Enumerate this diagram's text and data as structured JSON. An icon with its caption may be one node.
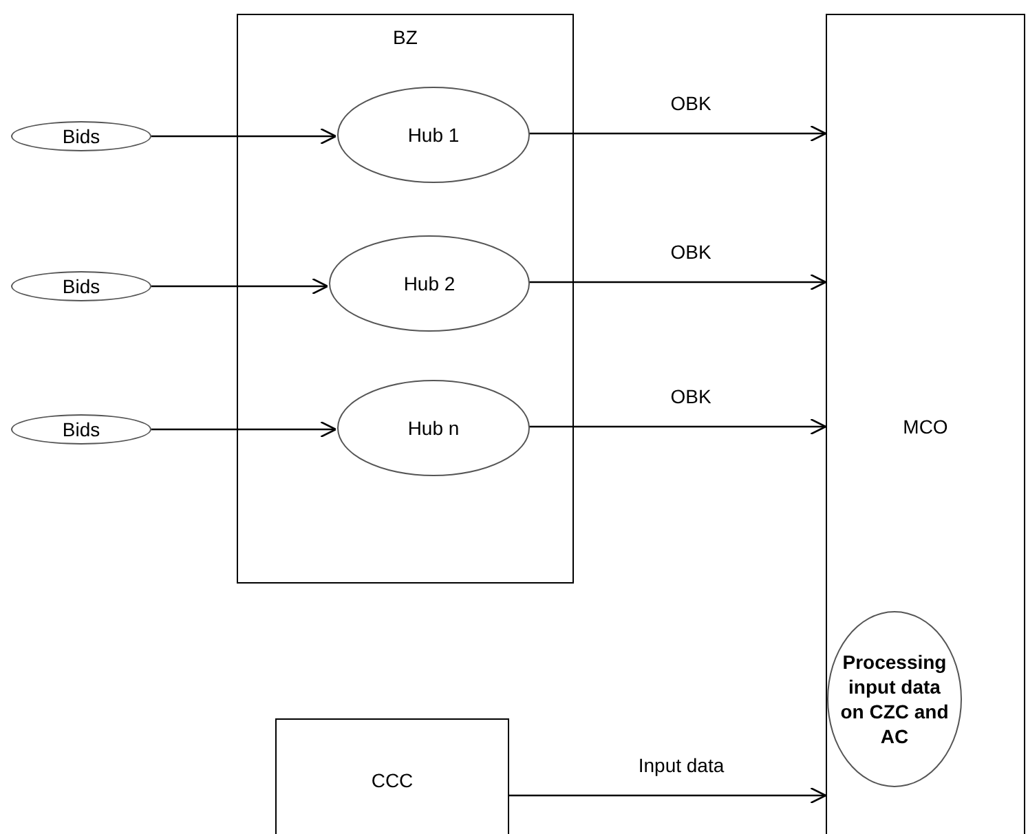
{
  "diagram": {
    "nodes": [
      {
        "text": [
          "BZ"
        ]
      },
      {
        "text": [
          "Hub 1"
        ],
        "in": 0
      },
      {
        "text": [
          "Hub 2"
        ],
        "in": 0
      },
      {
        "text": [
          "Hub n"
        ],
        "in": 0
      },
      {
        "text": [
          "Bids"
        ]
      },
      {
        "text": [
          "Bids"
        ]
      },
      {
        "text": [
          "Bids"
        ]
      },
      {
        "text": [
          "MCO"
        ]
      },
      {
        "text": [
          "Processing input data on CZC and AC"
        ],
        "in": 7
      },
      {
        "text": [
          "CCC"
        ]
      }
    ],
    "edges": [
      {
        "from": 4,
        "to": 1,
        "arrow": "to"
      },
      {
        "from": 5,
        "to": 2,
        "arrow": "to"
      },
      {
        "from": 6,
        "to": 3,
        "arrow": "to"
      },
      {
        "from": 1,
        "to": 7,
        "arrow": "to",
        "label": "OBK"
      },
      {
        "from": 2,
        "to": 7,
        "arrow": "to",
        "label": "OBK"
      },
      {
        "from": 3,
        "to": 7,
        "arrow": "to",
        "label": "OBK"
      },
      {
        "from": 9,
        "to": 7,
        "arrow": "to",
        "label": "Input data"
      }
    ]
  }
}
